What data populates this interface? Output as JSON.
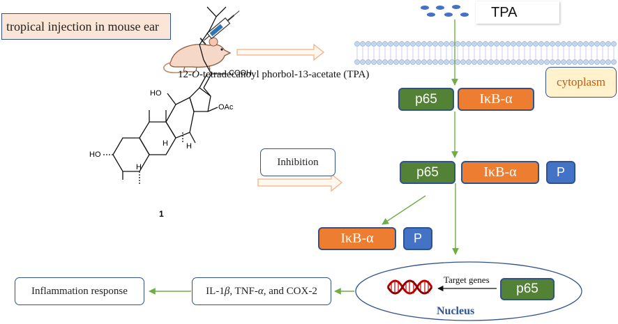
{
  "header": {
    "injection_label": "tropical injection in mouse ear",
    "tpa_label": "TPA",
    "tpa_full_name_prefix": "12-",
    "tpa_full_name_italic": "O",
    "tpa_full_name_suffix": "-tetradecanoyl phorbol-13-acetate (TPA)",
    "cytoplasm_label": "cytoplasm"
  },
  "complex1": {
    "p65": "p65",
    "ikb": "IκB-α"
  },
  "complex2": {
    "p65": "p65",
    "ikb": "IκB-α",
    "p": "P"
  },
  "released": {
    "ikb": "IκB-α",
    "p": "P"
  },
  "compound": {
    "inhibition_label": "Inhibition",
    "number": "1",
    "groups": {
      "cooh": "COOH",
      "oac": "OAc",
      "ho_top": "HO",
      "ho_bottom": "HO",
      "h1": "H",
      "h2": "H",
      "h3": "H"
    }
  },
  "nucleus": {
    "label": "Nucleus",
    "target_genes": "Target genes",
    "p65": "p65"
  },
  "outputs": {
    "cytokines_prefix": "IL-1",
    "cytokines_beta": "β",
    "cytokines_mid": ", TNF-",
    "cytokines_alpha": "α",
    "cytokines_suffix": ", and COX-2",
    "inflammation": "Inflammation response"
  },
  "colors": {
    "arrow_green": "#70ad47",
    "p65_green": "#538135",
    "ikb_orange": "#ed7d31",
    "p_blue": "#4472c4",
    "border_blue": "#2f528f",
    "nucleus_text": "#2e5597",
    "cytoplasm_text": "#c55a11",
    "cytoplasm_fill": "#fff2cc",
    "injection_fill": "#fbe5d6"
  }
}
